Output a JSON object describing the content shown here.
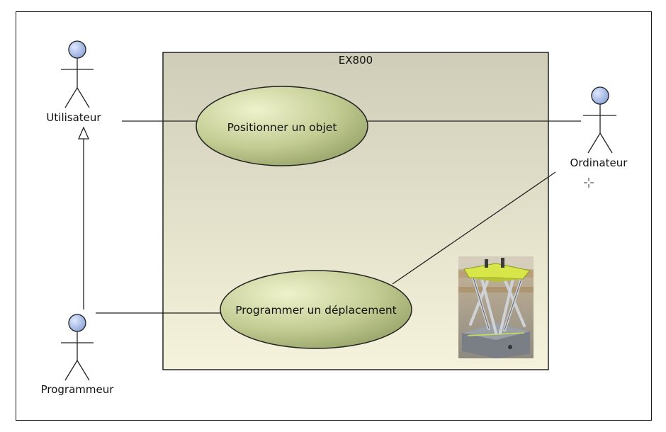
{
  "system": {
    "name": "EX800"
  },
  "actors": {
    "utilisateur": "Utilisateur",
    "ordinateur": "Ordinateur",
    "programmeur": "Programmeur"
  },
  "use_cases": {
    "positionner": "Positionner un objet",
    "programmer": "Programmer un déplacement"
  },
  "colors": {
    "system_top": "#cfcdb8",
    "system_bottom": "#f6f3dc",
    "usecase_light": "#e6ecc0",
    "usecase_dark": "#8d9a5e",
    "actor_head": "#a9bde4",
    "line": "#222222"
  },
  "image": {
    "subject": "hexapod-robot-photo"
  }
}
